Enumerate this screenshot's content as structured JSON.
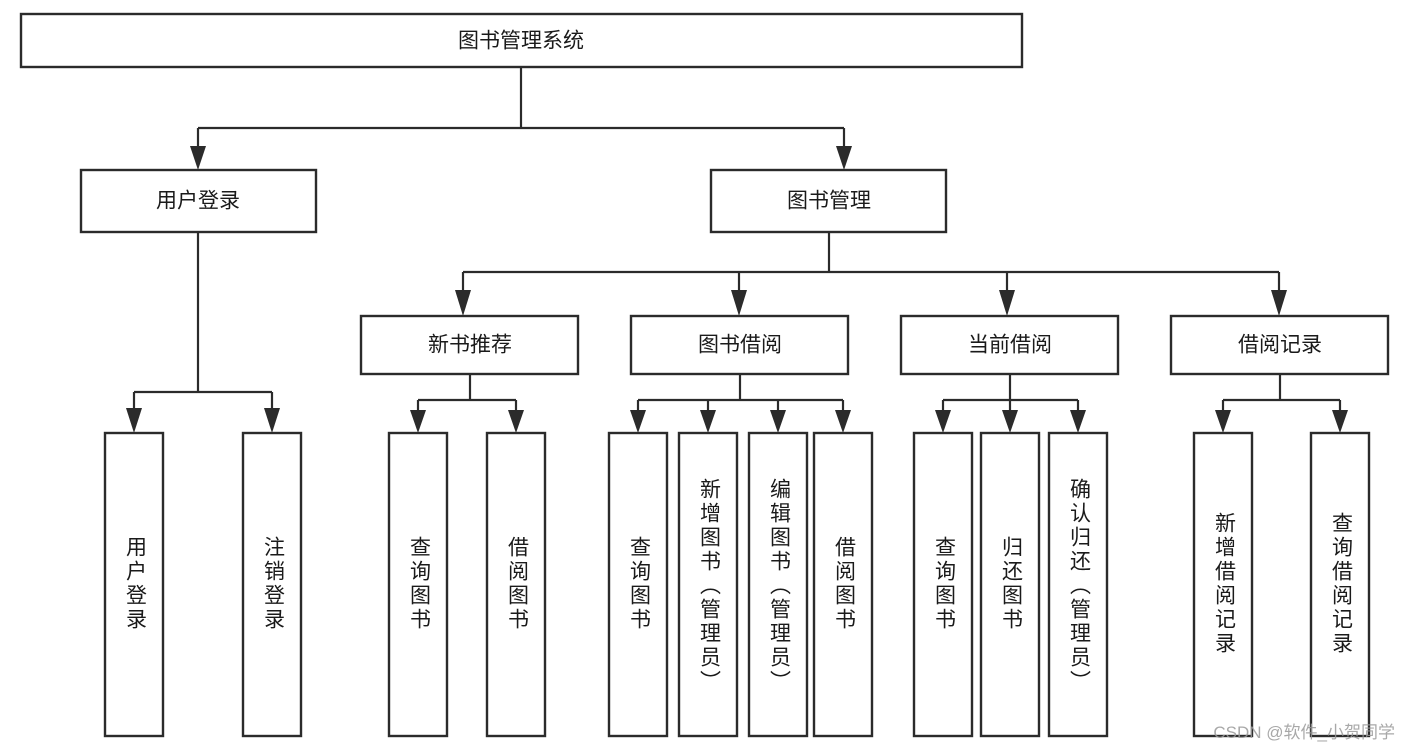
{
  "diagram": {
    "type": "tree",
    "title": "图书管理系统",
    "root": {
      "id": "root",
      "label": "图书管理系统"
    },
    "level2": [
      {
        "id": "user-login",
        "label": "用户登录"
      },
      {
        "id": "book-manage",
        "label": "图书管理"
      }
    ],
    "level3": [
      {
        "id": "new-book-rec",
        "label": "新书推荐",
        "parent": "book-manage"
      },
      {
        "id": "book-borrow",
        "label": "图书借阅",
        "parent": "book-manage"
      },
      {
        "id": "current-borrow",
        "label": "当前借阅",
        "parent": "book-manage"
      },
      {
        "id": "borrow-record",
        "label": "借阅记录",
        "parent": "book-manage"
      }
    ],
    "leaves": [
      {
        "id": "leaf-user-login",
        "label": "用户登录",
        "parent": "user-login"
      },
      {
        "id": "leaf-logout",
        "label": "注销登录",
        "parent": "user-login"
      },
      {
        "id": "leaf-query-book-1",
        "label": "查询图书",
        "parent": "new-book-rec"
      },
      {
        "id": "leaf-borrow-book-1",
        "label": "借阅图书",
        "parent": "new-book-rec"
      },
      {
        "id": "leaf-query-book-2",
        "label": "查询图书",
        "parent": "book-borrow"
      },
      {
        "id": "leaf-add-book",
        "label": "新增图书（管理员）",
        "parent": "book-borrow"
      },
      {
        "id": "leaf-edit-book",
        "label": "编辑图书（管理员）",
        "parent": "book-borrow"
      },
      {
        "id": "leaf-borrow-book-2",
        "label": "借阅图书",
        "parent": "book-borrow"
      },
      {
        "id": "leaf-query-book-3",
        "label": "查询图书",
        "parent": "current-borrow"
      },
      {
        "id": "leaf-return-book",
        "label": "归还图书",
        "parent": "current-borrow"
      },
      {
        "id": "leaf-confirm-return",
        "label": "确认归还（管理员）",
        "parent": "current-borrow"
      },
      {
        "id": "leaf-add-record",
        "label": "新增借阅记录",
        "parent": "borrow-record"
      },
      {
        "id": "leaf-query-record",
        "label": "查询借阅记录",
        "parent": "borrow-record"
      }
    ],
    "colors": {
      "box_stroke": "#2b2b2b",
      "box_fill": "#ffffff",
      "connector": "#2b2b2b",
      "text": "#1a1a1a",
      "watermark": "#9a9a9a",
      "background": "#ffffff"
    }
  },
  "watermark": {
    "text": "CSDN @软件_小贺同学"
  }
}
